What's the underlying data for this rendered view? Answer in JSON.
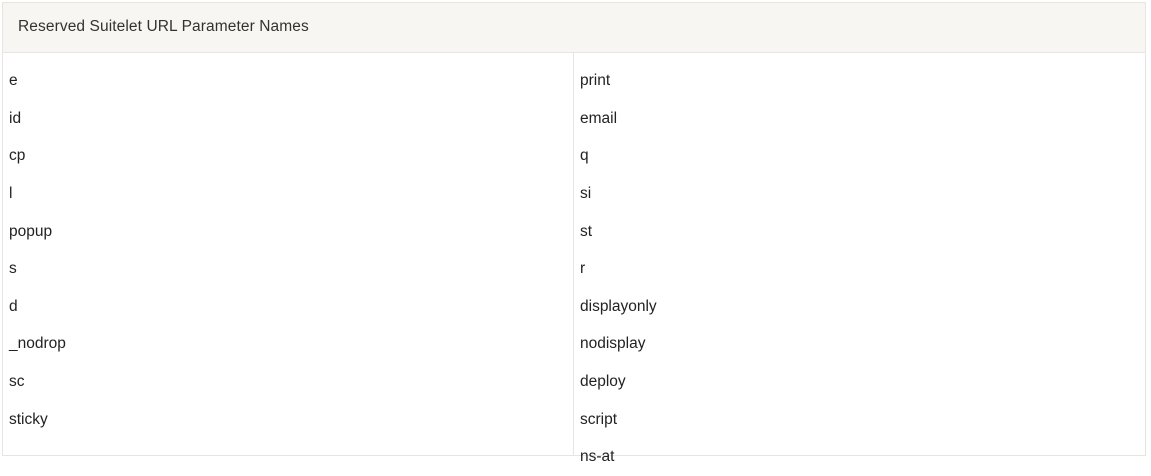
{
  "table": {
    "caption": "Reserved Suitelet URL Parameter Names",
    "columns": [
      {
        "name": "left-column",
        "cells": [
          "e",
          "id",
          "cp",
          "l",
          "popup",
          "s",
          "d",
          "_nodrop",
          "sc",
          "sticky",
          ""
        ]
      },
      {
        "name": "right-column",
        "cells": [
          "print",
          "email",
          "q",
          "si",
          "st",
          "r",
          "displayonly",
          "nodisplay",
          "deploy",
          "script",
          "ns-at"
        ]
      }
    ]
  },
  "colors": {
    "caption_background": "#f7f6f2",
    "border": "#e7e5df",
    "caption_text": "#35322c",
    "body_text": "#222222",
    "page_background": "#ffffff"
  }
}
